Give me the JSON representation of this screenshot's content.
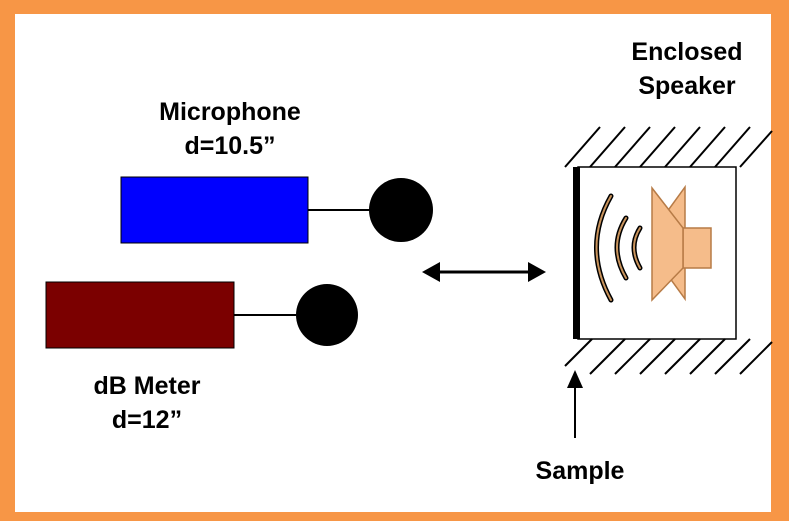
{
  "colors": {
    "border": "#f79646",
    "microphone": "#0000ff",
    "meter": "#7b0000",
    "speaker": "#f5bc8a",
    "speaker_stroke": "#b77b46"
  },
  "labels": {
    "microphone": "Microphone",
    "microphone_distance": "d=10.5”",
    "meter": "dB Meter",
    "meter_distance": "d=12”",
    "speaker_line1": "Enclosed",
    "speaker_line2": "Speaker",
    "sample": "Sample"
  },
  "icons": [
    "microphone-body",
    "microphone-head",
    "meter-body",
    "meter-head",
    "double-arrow-icon",
    "speaker-icon",
    "sound-waves-icon",
    "up-arrow-icon"
  ]
}
